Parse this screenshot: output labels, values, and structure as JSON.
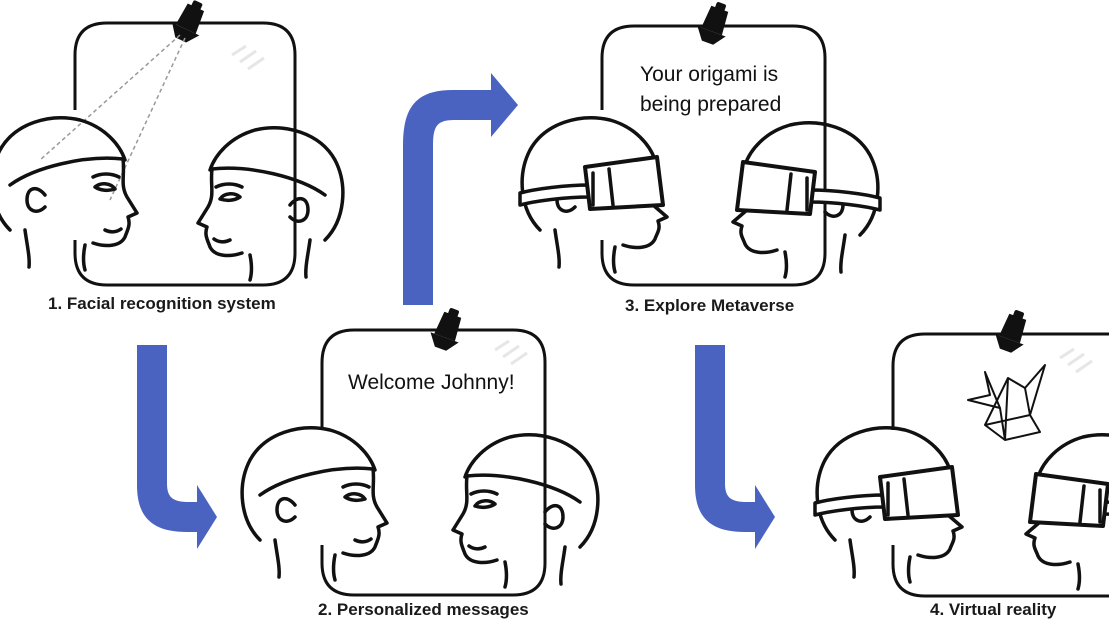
{
  "panels": [
    {
      "caption": "1. Facial recognition system",
      "screen_text": []
    },
    {
      "caption": "2. Personalized messages",
      "screen_text": [
        "Welcome Johnny!"
      ]
    },
    {
      "caption": "3. Explore Metaverse",
      "screen_text": [
        "Your origami is",
        "being prepared"
      ]
    },
    {
      "caption": "4. Virtual reality",
      "screen_text": []
    }
  ],
  "colors": {
    "arrow": "#4a63c0",
    "line": "#111111",
    "beam": "#8a8a8a"
  },
  "icons": [
    "camera-icon",
    "person-head-icon",
    "vr-headset-icon",
    "origami-crane-icon",
    "arrow-icon"
  ]
}
